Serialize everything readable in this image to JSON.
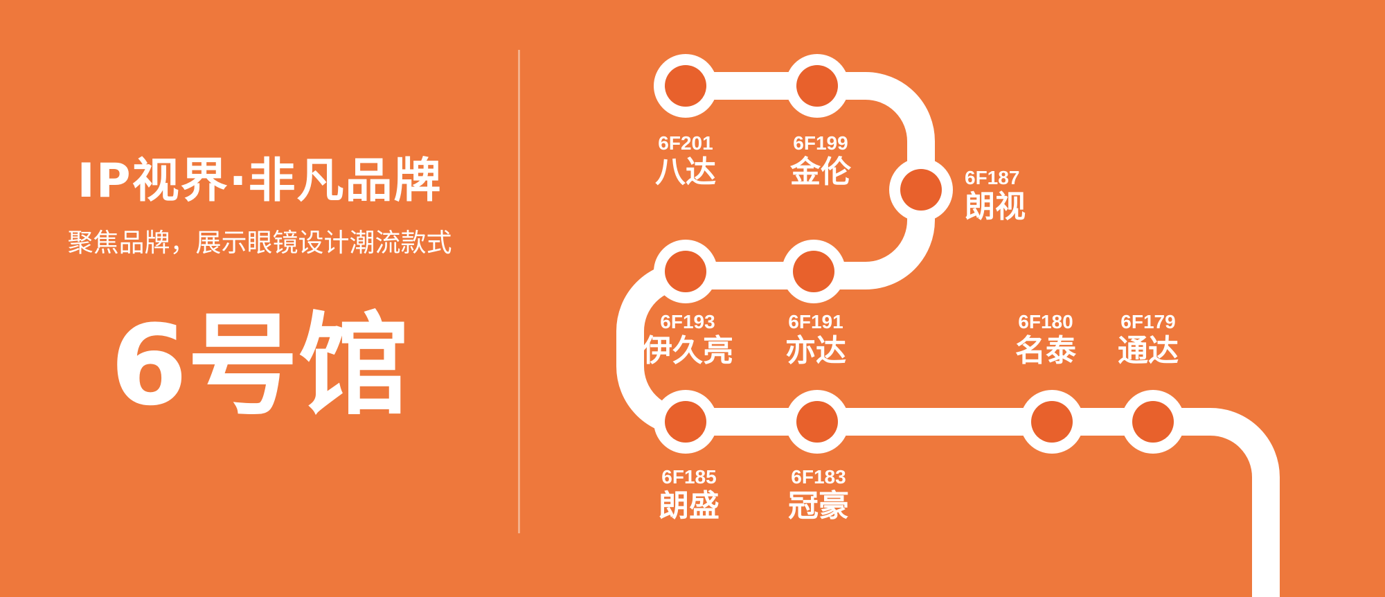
{
  "hall": {
    "title": "IP视界·非凡品牌",
    "subtitle": "聚焦品牌，展示眼镜设计潮流款式",
    "name": "6号馆"
  },
  "colors": {
    "background": "#ee783c",
    "line": "#ffffff",
    "station_dot": "#e8612c",
    "divider": "#f4b08b"
  },
  "stations": [
    {
      "code": "6F201",
      "name": "八达"
    },
    {
      "code": "6F199",
      "name": "金伦"
    },
    {
      "code": "6F187",
      "name": "朗视"
    },
    {
      "code": "6F193",
      "name": "伊久亮"
    },
    {
      "code": "6F191",
      "name": "亦达"
    },
    {
      "code": "6F180",
      "name": "名泰"
    },
    {
      "code": "6F179",
      "name": "通达"
    },
    {
      "code": "6F185",
      "name": "朗盛"
    },
    {
      "code": "6F183",
      "name": "冠豪"
    }
  ]
}
